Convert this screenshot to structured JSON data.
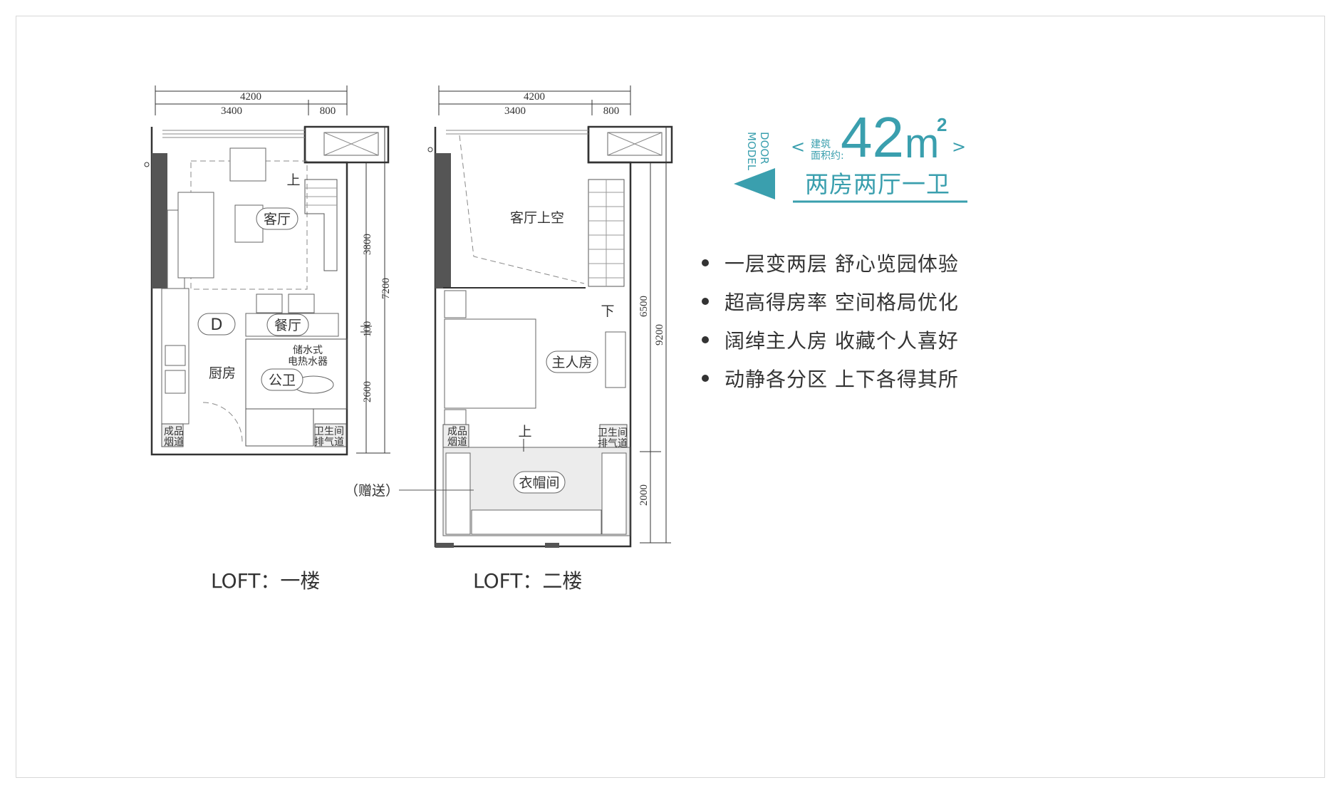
{
  "header": {
    "door_model_line1": "DOOR",
    "door_model_line2": "MODEL",
    "bracket_left": "<",
    "bracket_right": ">",
    "area_label_line1": "建筑",
    "area_label_line2": "面积约:",
    "area_value": "42",
    "area_unit": "m",
    "area_sup": "2",
    "layout_type": "两房两厅一卫",
    "accent_color": "#3a9fae"
  },
  "features": [
    "一层变两层 舒心览园体验",
    "超高得房率 空间格局优化",
    "阔绰主人房 收藏个人喜好",
    "动静各分区 上下各得其所"
  ],
  "floor1": {
    "caption": "LOFT：一楼",
    "dims": {
      "total_width": "4200",
      "w1": "3400",
      "w2": "800",
      "h1": "3800",
      "h2": "100",
      "h3": "2600",
      "total_height": "7200"
    },
    "rooms": {
      "living": "客厅",
      "unit": "D",
      "dining": "餐厅",
      "kitchen": "厨房",
      "bath": "公卫",
      "heater1": "储水式",
      "heater2": "电热水器",
      "flue1": "成品",
      "flue2": "烟道",
      "vent1": "卫生间",
      "vent2": "排气道",
      "up": "上"
    }
  },
  "floor2": {
    "caption": "LOFT：二楼",
    "dims": {
      "total_width": "4200",
      "w1": "3400",
      "w2": "800",
      "h1": "6500",
      "h2": "2000",
      "total_height": "9200"
    },
    "rooms": {
      "void": "客厅上空",
      "down": "下",
      "master": "主人房",
      "up": "上",
      "closet": "衣帽间",
      "gift": "（赠送）",
      "flue1": "成品",
      "flue2": "烟道",
      "vent1": "卫生间",
      "vent2": "排气道"
    }
  }
}
